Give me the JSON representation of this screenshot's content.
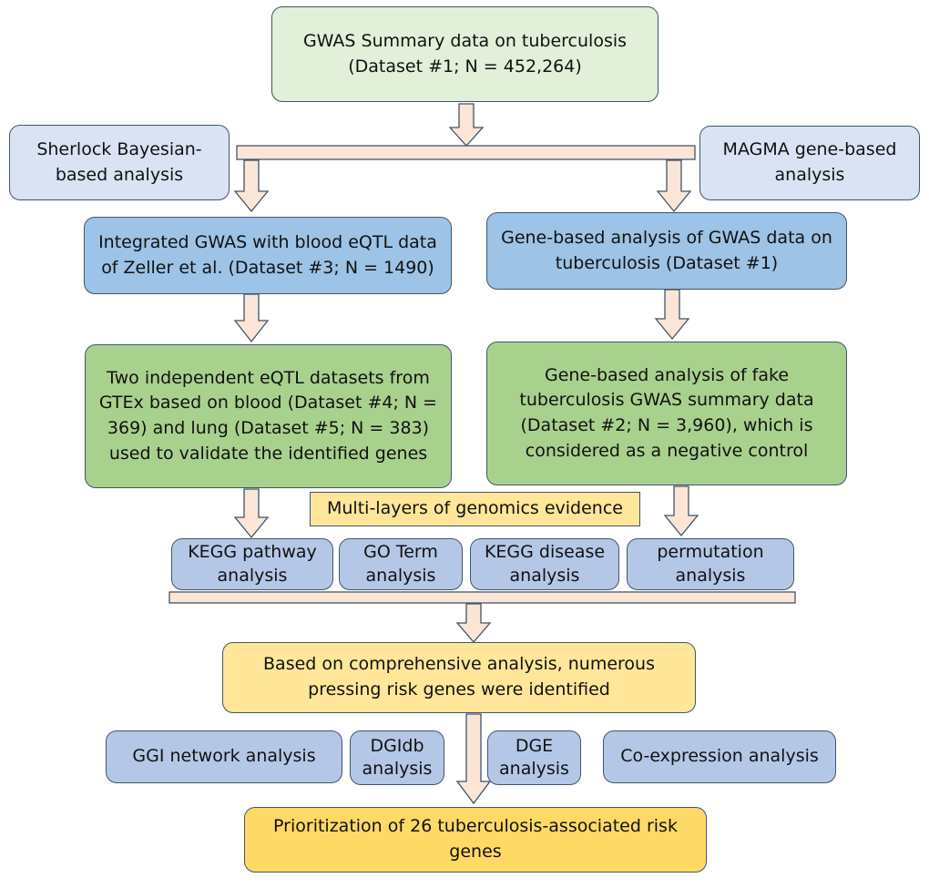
{
  "colors": {
    "arrow_fill": "#fbe5d6",
    "outline": "#41556b",
    "top": "#e2efd9",
    "side": "#dae3f3",
    "blue": "#9dc3e6",
    "green": "#a9d18e",
    "method": "#b4c7e7",
    "evidence": "#ffe699",
    "final": "#ffd966"
  },
  "top": {
    "lines": [
      "GWAS Summary data on tuberculosis",
      "(Dataset #1; N = 452,264)"
    ]
  },
  "sherlock": {
    "lines": [
      "Sherlock Bayesian-",
      "based analysis"
    ]
  },
  "magma": {
    "lines": [
      "MAGMA gene-based",
      "analysis"
    ]
  },
  "integrated": {
    "lines": [
      "Integrated GWAS with blood eQTL data",
      "of Zeller et al. (Dataset #3; N = 1490)"
    ]
  },
  "gene_based": {
    "lines": [
      "Gene-based analysis of GWAS data on",
      "tuberculosis (Dataset #1)"
    ]
  },
  "validation": {
    "lines": [
      "Two independent eQTL datasets from",
      "GTEx based on blood (Dataset #4; N =",
      "369) and lung (Dataset #5; N = 383)",
      "used to validate the identified genes"
    ]
  },
  "negative": {
    "lines": [
      "Gene-based analysis of fake",
      "tuberculosis GWAS summary data",
      "(Dataset #2; N = 3,960), which is",
      "considered as a negative control"
    ]
  },
  "evidence_label": "Multi-layers of genomics evidence",
  "analyses": [
    {
      "lines": [
        "KEGG pathway",
        "analysis"
      ]
    },
    {
      "lines": [
        "GO Term",
        "analysis"
      ]
    },
    {
      "lines": [
        "KEGG disease",
        "analysis"
      ]
    },
    {
      "lines": [
        "permutation",
        "analysis"
      ]
    }
  ],
  "comprehensive": {
    "lines": [
      "Based on comprehensive analysis, numerous",
      "pressing risk genes were identified"
    ]
  },
  "followups": [
    {
      "lines": [
        "GGI network analysis"
      ]
    },
    {
      "lines": [
        "DGIdb",
        "analysis"
      ]
    },
    {
      "lines": [
        "DGE",
        "analysis"
      ]
    },
    {
      "lines": [
        "Co-expression analysis"
      ]
    }
  ],
  "final": {
    "lines": [
      "Prioritization of 26 tuberculosis-associated risk",
      "genes"
    ]
  }
}
